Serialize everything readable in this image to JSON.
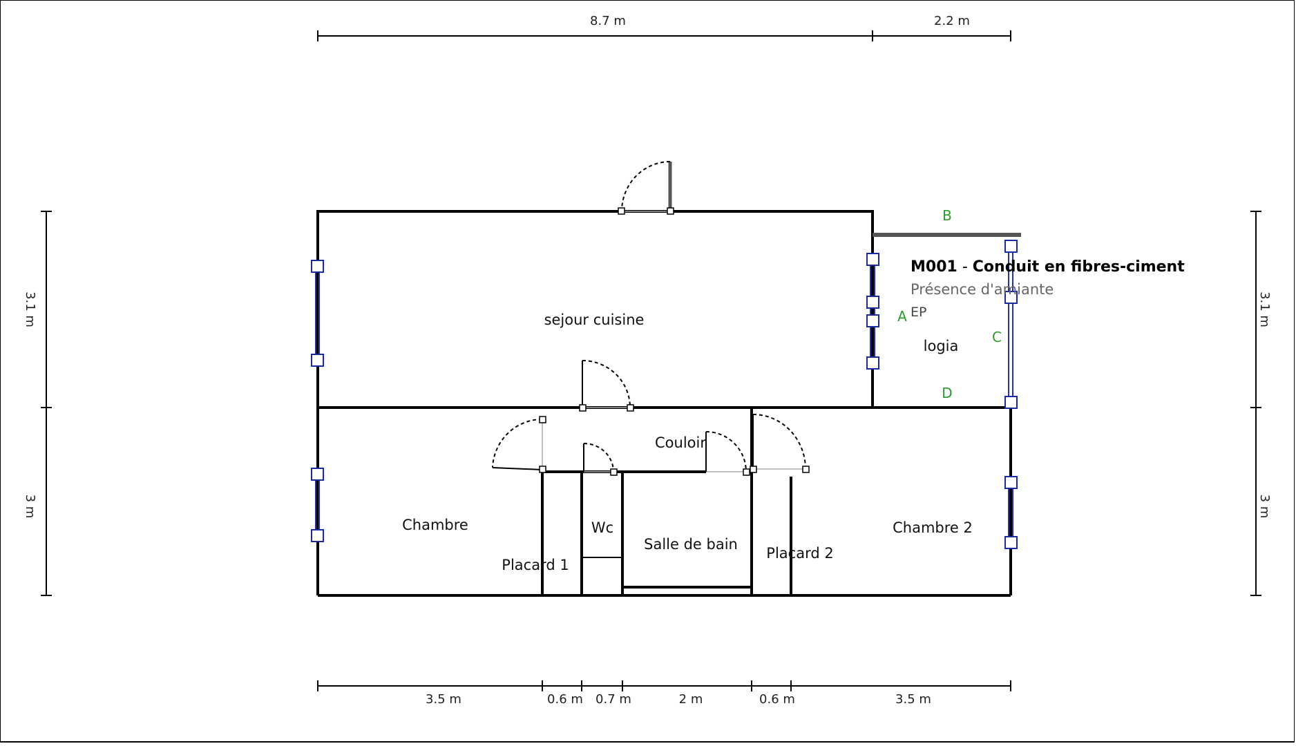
{
  "dimensions": {
    "top": [
      "8.7 m",
      "2.2 m"
    ],
    "bottom": [
      "3.5 m",
      "0.6 m",
      "0.7 m",
      "2 m",
      "0.6 m",
      "3.5 m"
    ],
    "left": [
      "3.1 m",
      "3 m"
    ],
    "right": [
      "3.1 m",
      "3 m"
    ]
  },
  "rooms": {
    "sejour": "sejour cuisine",
    "logia": "logia",
    "couloir": "Couloir",
    "chambre": "Chambre",
    "placard1": "Placard 1",
    "wc": "Wc",
    "salle_de_bain": "Salle de bain",
    "placard2": "Placard 2",
    "chambre2": "Chambre 2"
  },
  "logia_sides": {
    "a": "A",
    "b": "B",
    "c": "C",
    "d": "D"
  },
  "tooltip": {
    "code": "M001",
    "separator": " - ",
    "title": "Conduit en fibres-ciment",
    "subtitle": "Présence d'amiante",
    "marker": "EP"
  },
  "colors": {
    "wall": "#000000",
    "window": "#2233aa",
    "side_label": "#2a9a2a",
    "tooltip_sub": "#666666"
  }
}
